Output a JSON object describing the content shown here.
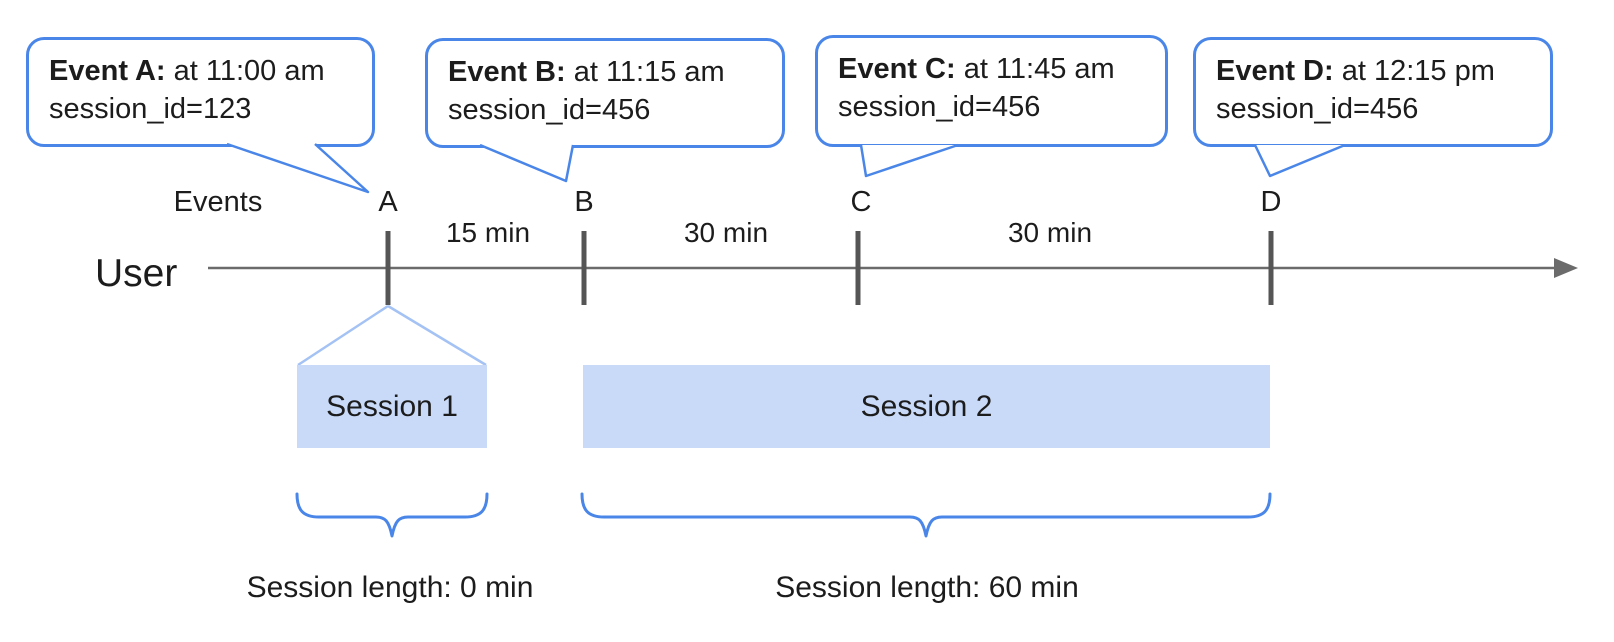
{
  "diagram": {
    "title_hint": "User session timeline diagram",
    "bubbles": [
      {
        "bold": "Event A:",
        "time": " at 11:00 am",
        "session": "session_id=123"
      },
      {
        "bold": "Event B:",
        "time": " at 11:15 am",
        "session": "session_id=456"
      },
      {
        "bold": "Event C:",
        "time": " at 11:45 am",
        "session": "session_id=456"
      },
      {
        "bold": "Event D:",
        "time": " at 12:15 pm",
        "session": "session_id=456"
      }
    ],
    "timeline": {
      "events_label": "Events",
      "user_label": "User",
      "marks": [
        "A",
        "B",
        "C",
        "D"
      ],
      "intervals": [
        "15 min",
        "30 min",
        "30 min"
      ]
    },
    "sessions": [
      {
        "label": "Session 1",
        "length_label": "Session length: 0 min"
      },
      {
        "label": "Session 2",
        "length_label": "Session length: 60 min"
      }
    ],
    "colors": {
      "bubble_border": "#4a86e8",
      "brace": "#4a86e8",
      "session_fill": "#c9daf8",
      "funnel_line": "#a4c2f4",
      "timeline_line": "#6b6b6b",
      "tick": "#555555",
      "text": "#1c1c1c"
    }
  }
}
